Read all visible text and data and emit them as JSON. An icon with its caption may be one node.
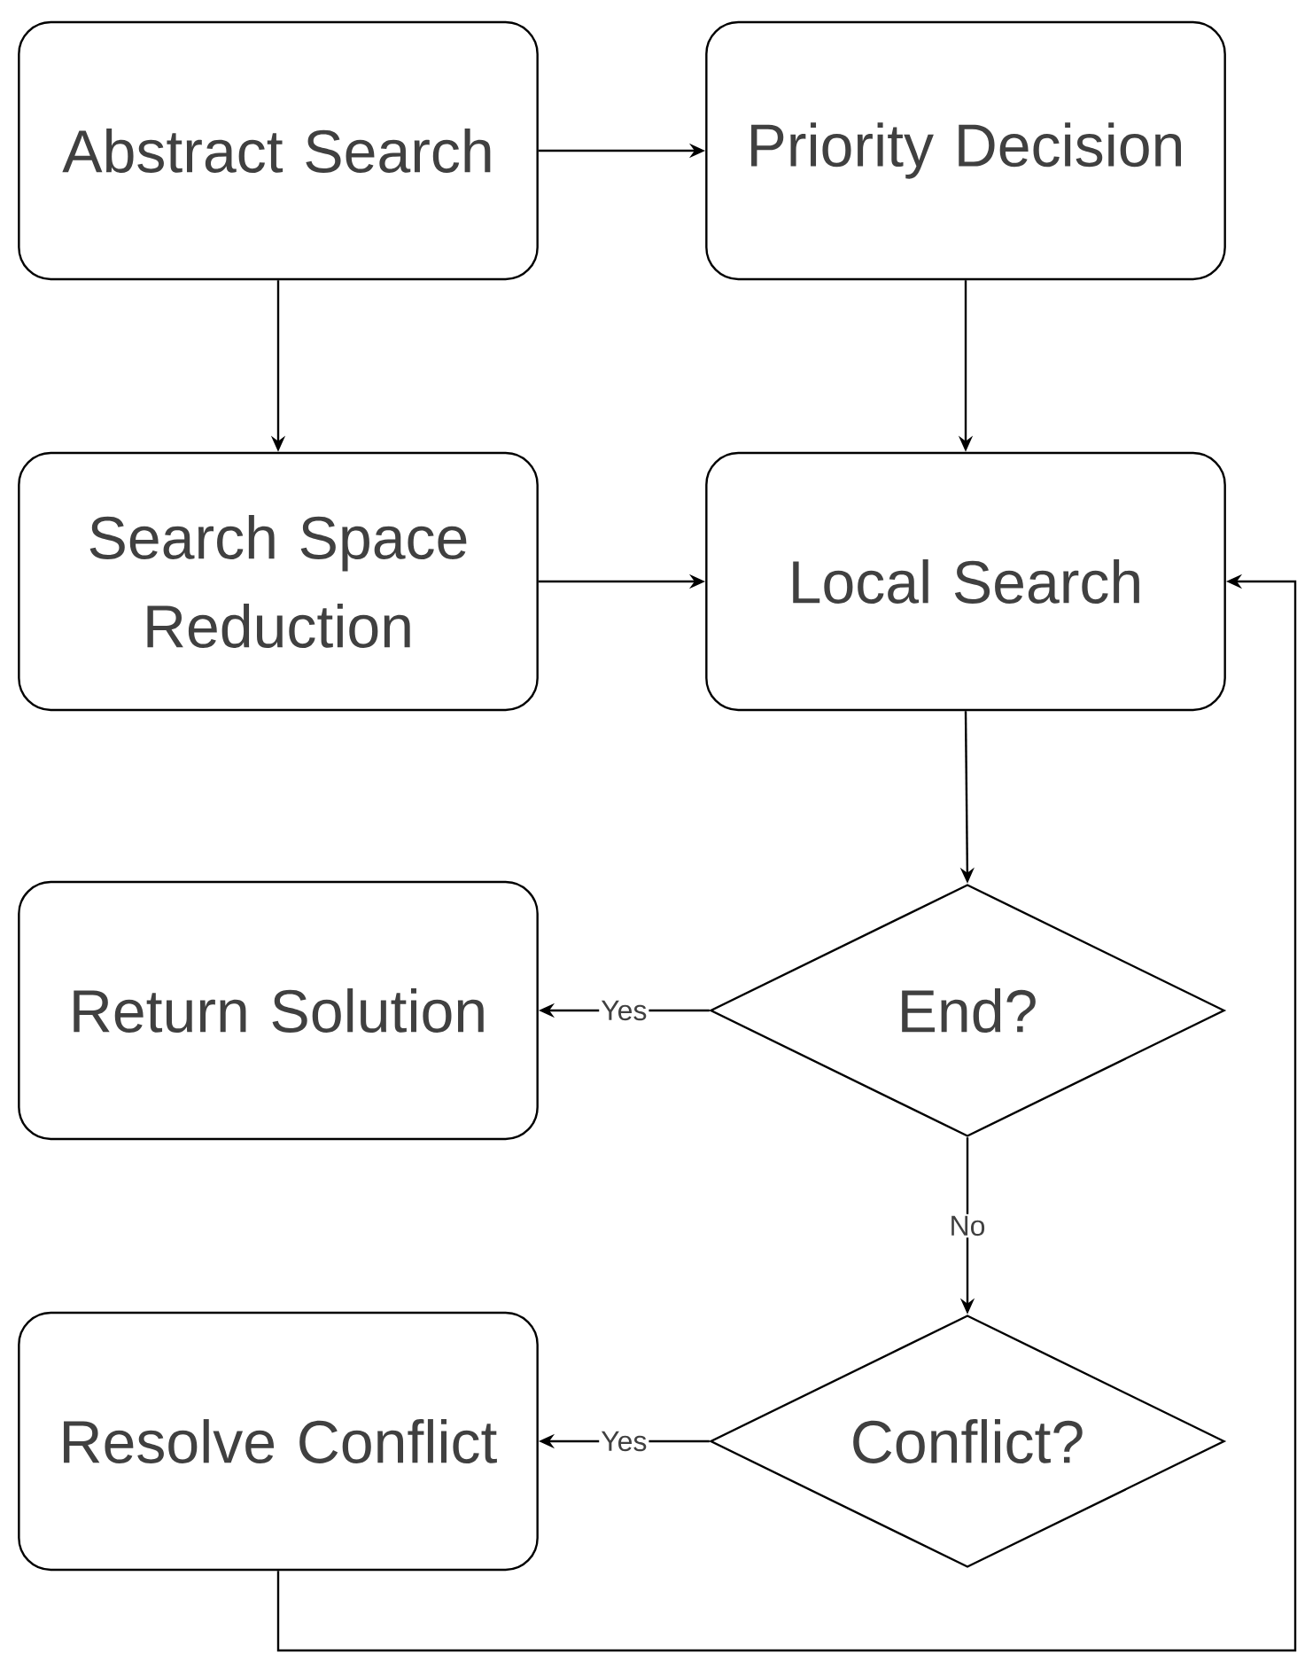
{
  "diagram": {
    "nodes": [
      {
        "text": [
          "Abstract Search"
        ]
      },
      {
        "text": [
          "Priority Decision"
        ]
      },
      {
        "text": [
          "Search Space Reduction"
        ]
      },
      {
        "text": [
          "Local Search"
        ]
      },
      {
        "text": [
          "End?"
        ]
      },
      {
        "text": [
          "Return Solution"
        ]
      },
      {
        "text": [
          "Conflict?"
        ]
      },
      {
        "text": [
          "Resolve Conflict"
        ]
      }
    ],
    "edges": [
      {
        "from": 0,
        "to": 1,
        "arrow": "to"
      },
      {
        "from": 0,
        "to": 2,
        "arrow": "to"
      },
      {
        "from": 1,
        "to": 3,
        "arrow": "to"
      },
      {
        "from": 2,
        "to": 3,
        "arrow": "to"
      },
      {
        "from": 3,
        "to": 4,
        "arrow": "to"
      },
      {
        "from": 4,
        "to": 5,
        "arrow": "to",
        "label": "Yes"
      },
      {
        "from": 4,
        "to": 6,
        "arrow": "to",
        "label": "No"
      },
      {
        "from": 6,
        "to": 7,
        "arrow": "to",
        "label": "Yes"
      },
      {
        "from": 7,
        "to": 3,
        "arrow": "to"
      }
    ]
  }
}
